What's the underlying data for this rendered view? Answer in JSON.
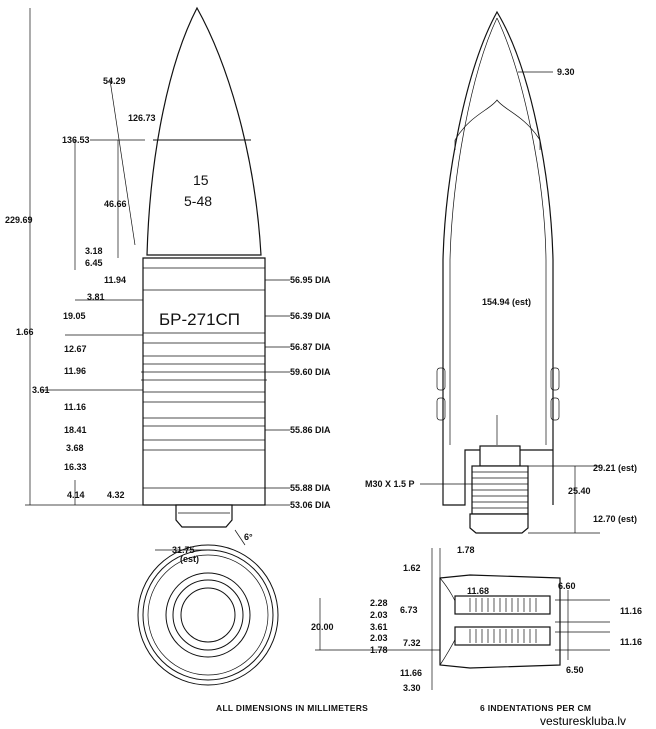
{
  "left_view": {
    "markings": [
      "15",
      "5-48",
      "БР-271СП"
    ],
    "dims_left": [
      "54.29",
      "126.73",
      "136.53",
      "46.66",
      "229.69",
      "3.18",
      "6.45",
      "11.94",
      "3.81",
      "19.05",
      "1.66",
      "12.67",
      "11.96",
      "3.61",
      "11.16",
      "18.41",
      "3.68",
      "16.33",
      "4.14",
      "4.32"
    ],
    "dims_right": [
      "56.95 DIA",
      "56.39 DIA",
      "56.87 DIA",
      "59.60 DIA",
      "55.86 DIA",
      "55.88 DIA",
      "53.06 DIA"
    ],
    "dims_bottom": [
      "31.75",
      "(est)",
      "6°"
    ]
  },
  "right_view": {
    "labels": [
      "9.30",
      "154.94 (est)",
      "M30 X 1.5 P",
      "29.21 (est)",
      "25.40",
      "12.70 (est)"
    ]
  },
  "detail_view": {
    "labels": [
      "1.78",
      "1.62",
      "11.68",
      "6.60",
      "2.28",
      "6.73",
      "2.03",
      "3.61",
      "20.00",
      "2.03",
      "7.32",
      "1.78",
      "11.66",
      "6.50",
      "3.30",
      "11.16",
      "11.16"
    ]
  },
  "captions": {
    "left": "ALL DIMENSIONS IN MILLIMETERS",
    "right": "6 INDENTATIONS PER CM"
  },
  "watermark": "vestureskluba.lv"
}
